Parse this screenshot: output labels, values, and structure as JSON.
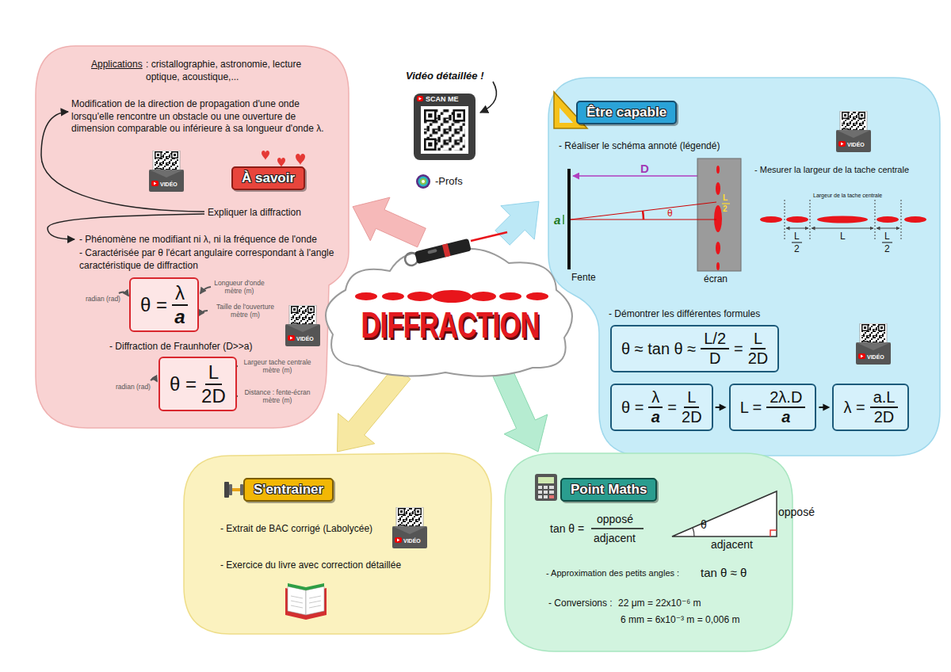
{
  "diagram": {
    "nodes": [
      {
        "text": [
          "DIFFRACTION"
        ]
      },
      {
        "text": [
          "Applications",
          ": cristallographie, astronomie, lecture optique, acoustique,...",
          "Modification de la direction de propagation d'une onde lorsqu'elle rencontre un obstacle ou une ouverture de dimension comparable ou inférieure à sa longueur d'onde λ.",
          "Expliquer la diffraction",
          "- Phénomène ne modifiant ni λ, ni la fréquence de l'onde",
          "- Caractérisée par θ l'écart angulaire correspondant à l'angle caractéristique de diffraction",
          "- Diffraction de Fraunhofer (D>>a)"
        ]
      },
      {
        "text": [
          "À savoir"
        ],
        "in": 1
      },
      {
        "text": [
          "θ =",
          "λ",
          "a"
        ],
        "in": 1
      },
      {
        "text": [
          "θ =",
          "L",
          "2D"
        ],
        "in": 1
      },
      {
        "text": [
          "- Réaliser le schéma annoté (légendé)",
          "- Mesurer la largeur de la tache centrale",
          "- Démontrer les différentes formules"
        ]
      },
      {
        "text": [
          "Être capable"
        ],
        "in": 5
      },
      {
        "text": [
          "θ ≈ tan θ ≈",
          "L/2",
          "D",
          "=",
          "L",
          "2D"
        ],
        "in": 5
      },
      {
        "text": [
          "θ =",
          "λ",
          "a",
          "=",
          "L",
          "2D"
        ],
        "in": 5
      },
      {
        "text": [
          "L =",
          "2λ.D",
          "a"
        ],
        "in": 5
      },
      {
        "text": [
          "λ =",
          "a.L",
          "2D"
        ],
        "in": 5
      },
      {
        "text": [
          "- Extrait de BAC corrigé (Labolycée)",
          "- Exercice du livre avec correction détaillée"
        ]
      },
      {
        "text": [
          "S'entrainer"
        ],
        "in": 11
      },
      {
        "text": [
          "tan θ =",
          "opposé",
          "adjacent",
          "- Approximation des petits angles :",
          "tan θ ≈ θ",
          "- Conversions :",
          "22 μm = 22x10⁻⁶ m",
          "6 mm = 6x10⁻³ m = 0,006 m"
        ]
      },
      {
        "text": [
          "Point Maths"
        ],
        "in": 13
      },
      {
        "text": [
          "SCAN ME"
        ]
      }
    ],
    "edges": [
      {
        "from": 0,
        "to": 1,
        "arrow": "to"
      },
      {
        "from": 0,
        "to": 5,
        "arrow": "to"
      },
      {
        "from": 0,
        "to": 11,
        "arrow": "to"
      },
      {
        "from": 0,
        "to": 13,
        "arrow": "to"
      },
      {
        "from": 8,
        "to": 9,
        "arrow": "to"
      },
      {
        "from": 9,
        "to": 10,
        "arrow": "to"
      }
    ],
    "labels": [
      "Vidéo détaillée !",
      "-Profs",
      "VIDÉO",
      "radian (rad)",
      "Longueur d'onde mètre (m)",
      "Taille de l'ouverture mètre (m)",
      "VIDÉO",
      "radian (rad)",
      "Largeur tache centrale mètre (m)",
      "Distance : fente-écran mètre (m)",
      "VIDÉO",
      "D",
      "a",
      "θ",
      "L",
      "2",
      "Fente",
      "écran",
      "Largeur de la tache centrale",
      "L",
      "2",
      "L",
      "L",
      "2",
      "VIDÉO",
      "VIDÉO",
      "θ",
      "opposé",
      "adjacent"
    ]
  }
}
